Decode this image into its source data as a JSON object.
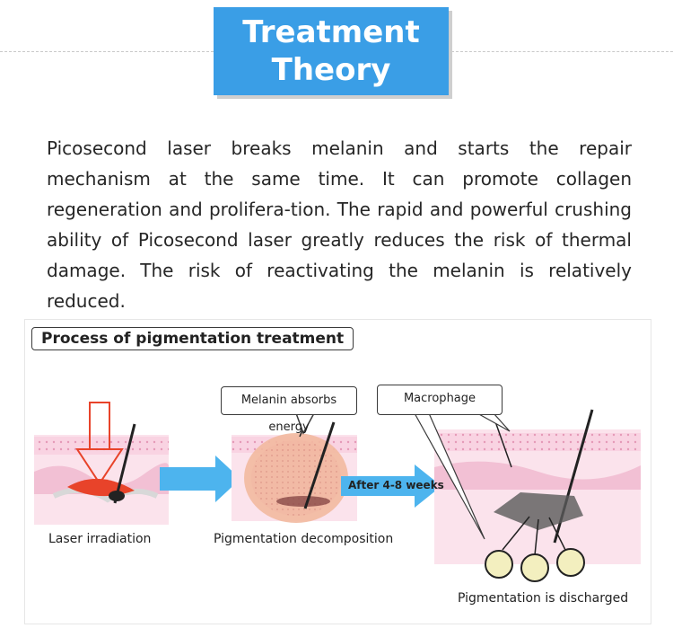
{
  "header": {
    "title_line1": "Treatment",
    "title_line2": "Theory"
  },
  "body_text": "Picosecond laser breaks melanin and starts the repair mechanism at the same time. It can promote collagen regeneration and prolifera-tion. The rapid and powerful crushing ability of Picosecond laser greatly reduces the risk of thermal damage. The risk of reactivating the melanin is relatively reduced.",
  "diagram": {
    "heading": "Process of pigmentation treatment",
    "callout_melanin": "Melanin absorbs energy",
    "callout_macrophage": "Macrophage",
    "arrow_label": "After 4-8 weeks",
    "step1_caption": "Laser irradiation",
    "step2_caption": "Pigmentation decomposition",
    "step3_caption": "Pigmentation is discharged"
  },
  "colors": {
    "title_bg": "#3a9ee6",
    "arrow": "#4db4ee",
    "skin": "#f6c6d8",
    "laser": "#e8432a"
  }
}
